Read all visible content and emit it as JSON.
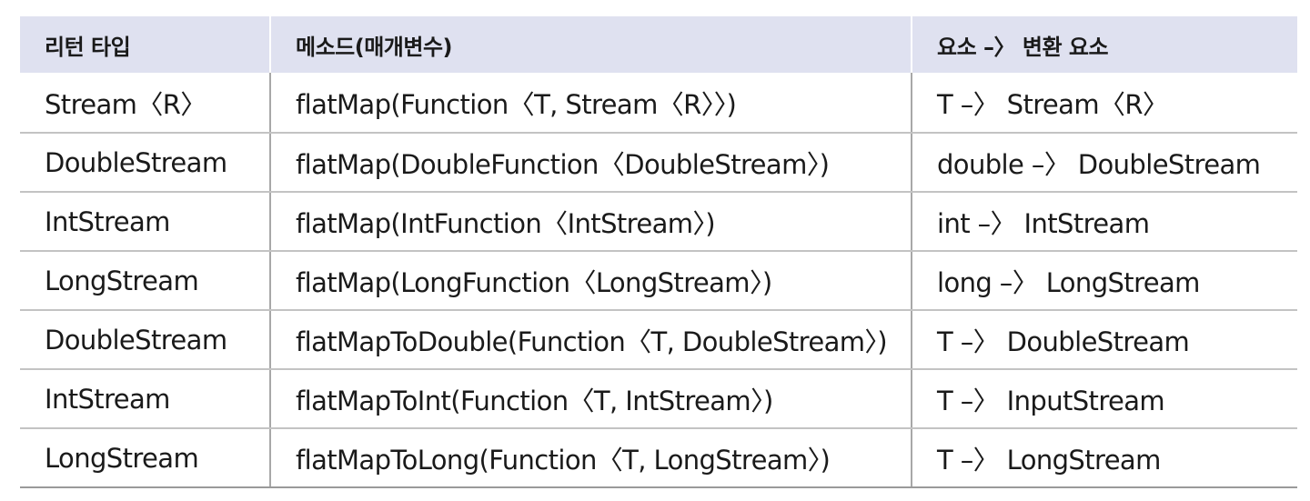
{
  "table": {
    "headers": [
      "리턴 타입",
      "메소드(매개변수)",
      "요소 –〉 변환 요소"
    ],
    "rows": [
      [
        "Stream〈R〉",
        "flatMap(Function〈T, Stream〈R〉〉)",
        "T –〉 Stream〈R〉"
      ],
      [
        "DoubleStream",
        "flatMap(DoubleFunction〈DoubleStream〉)",
        "double –〉 DoubleStream"
      ],
      [
        "IntStream",
        "flatMap(IntFunction〈IntStream〉)",
        "int –〉 IntStream"
      ],
      [
        "LongStream",
        "flatMap(LongFunction〈LongStream〉)",
        "long –〉 LongStream"
      ],
      [
        "DoubleStream",
        "flatMapToDouble(Function〈T, DoubleStream〉)",
        "T –〉 DoubleStream"
      ],
      [
        "IntStream",
        "flatMapToInt(Function〈T, IntStream〉)",
        "T –〉 InputStream"
      ],
      [
        "LongStream",
        "flatMapToLong(Function〈T, LongStream〉)",
        "T –〉 LongStream"
      ]
    ]
  },
  "colors": {
    "header_background": "#dfe1f0",
    "row_divider": "#c3c3c3",
    "column_divider": "#a8a8a8"
  }
}
